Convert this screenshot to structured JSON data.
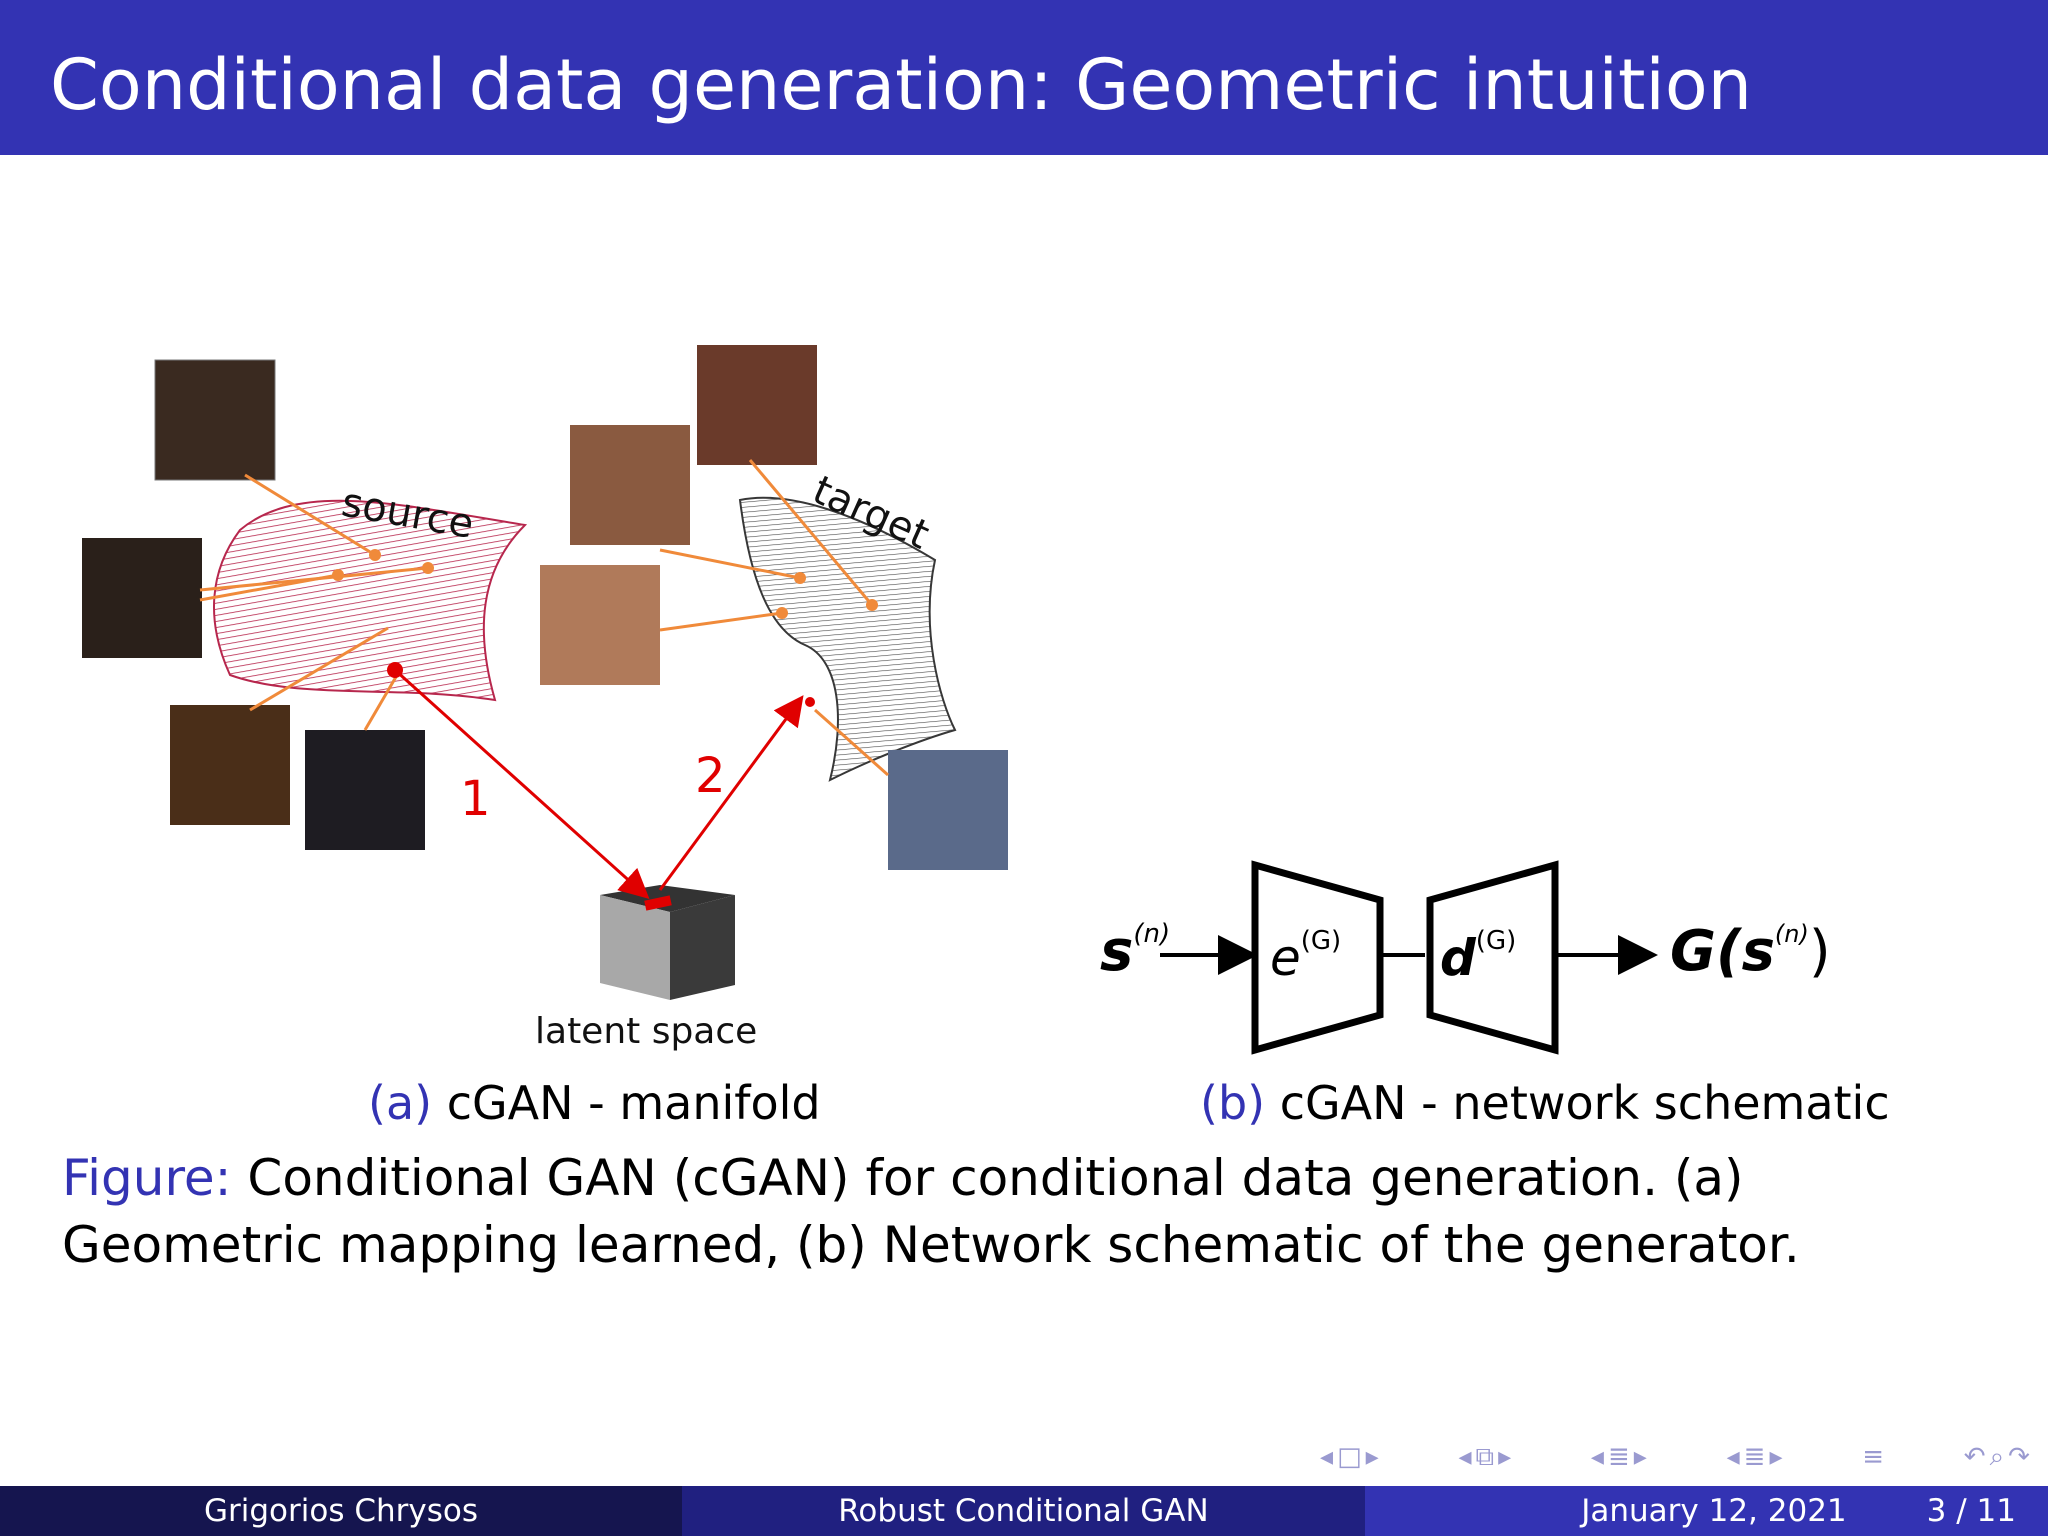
{
  "slide": {
    "title": "Conditional data generation: Geometric intuition"
  },
  "figure_a": {
    "source_label": "source",
    "target_label": "target",
    "latent_label": "latent space",
    "arrow1_label": "1",
    "arrow2_label": "2",
    "subcaption_num": "(a)",
    "subcaption_text": "cGAN - manifold"
  },
  "figure_b": {
    "input_base": "s",
    "input_sup": "(n)",
    "encoder_base": "e",
    "encoder_sup": "(G)",
    "decoder_base": "d",
    "decoder_sup": "(G)",
    "output_open": "G(",
    "output_base": "s",
    "output_sup": "(n)",
    "output_close": ")",
    "subcaption_num": "(b)",
    "subcaption_text": "cGAN - network schematic"
  },
  "caption": {
    "label": "Figure:",
    "text": "Conditional GAN (cGAN) for conditional data generation. (a) Geometric mapping learned, (b) Network schematic of the generator."
  },
  "nav": {
    "icons": [
      "frame-nav-icon",
      "subsection-nav-icon",
      "section-nav-icon",
      "document-nav-icon",
      "align-icon",
      "search-back-forward-icon"
    ]
  },
  "footer": {
    "author": "Grigorios Chrysos",
    "talk_title": "Robust Conditional GAN",
    "date": "January 12, 2021",
    "page": "3 / 11"
  },
  "colors": {
    "title_bar": "#3333b3",
    "footer_left": "#15154f",
    "footer_mid": "#202080",
    "footer_right": "#3333b3",
    "accent_red": "#e00000",
    "link_orange": "#f08a3a"
  }
}
